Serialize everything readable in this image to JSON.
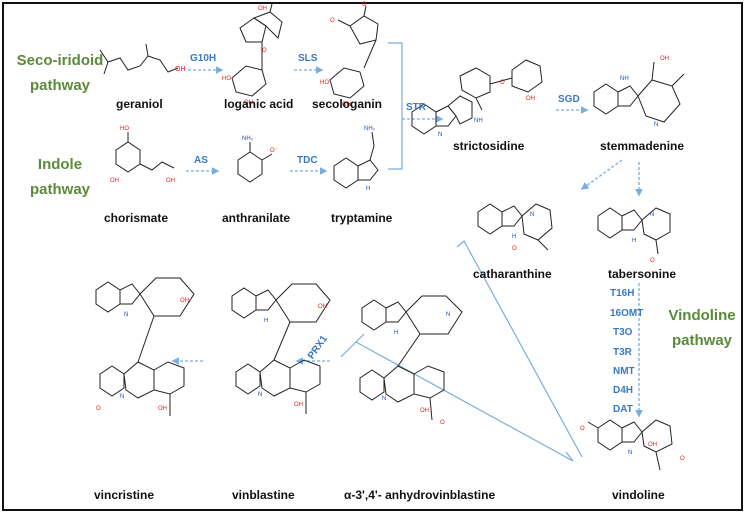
{
  "colors": {
    "pathway": "#5b8a3a",
    "enzyme": "#3b78c2",
    "arrow": "#7aaedc",
    "bond": "#222222",
    "oxygen": "#e02020",
    "nitrogen": "#2050d0"
  },
  "pathways": {
    "seco_iridoid_line1": "Seco-iridoid",
    "seco_iridoid_line2": "pathway",
    "indole_line1": "Indole",
    "indole_line2": "pathway",
    "vindoline_line1": "Vindoline",
    "vindoline_line2": "pathway"
  },
  "compounds": {
    "geraniol": "geraniol",
    "loganic_acid": "loganic acid",
    "secologanin": "secologanin",
    "chorismate": "chorismate",
    "anthranilate": "anthranilate",
    "tryptamine": "tryptamine",
    "strictosidine": "strictosidine",
    "stemmadenine": "stemmadenine",
    "catharanthine": "catharanthine",
    "tabersonine": "tabersonine",
    "vindoline": "vindoline",
    "vincristine": "vincristine",
    "vinblastine": "vinblastine",
    "anhydrovinblastine": "α-3',4'- anhydrovinblastine"
  },
  "enzymes": {
    "g10h": "G10H",
    "sls": "SLS",
    "as": "AS",
    "tdc": "TDC",
    "str": "STR",
    "sgd": "SGD",
    "t16h": "T16H",
    "omt16": "16OMT",
    "t3o": "T3O",
    "t3r": "T3R",
    "nmt": "NMT",
    "d4h": "D4H",
    "dat": "DAT",
    "prx1": "PRX1"
  }
}
